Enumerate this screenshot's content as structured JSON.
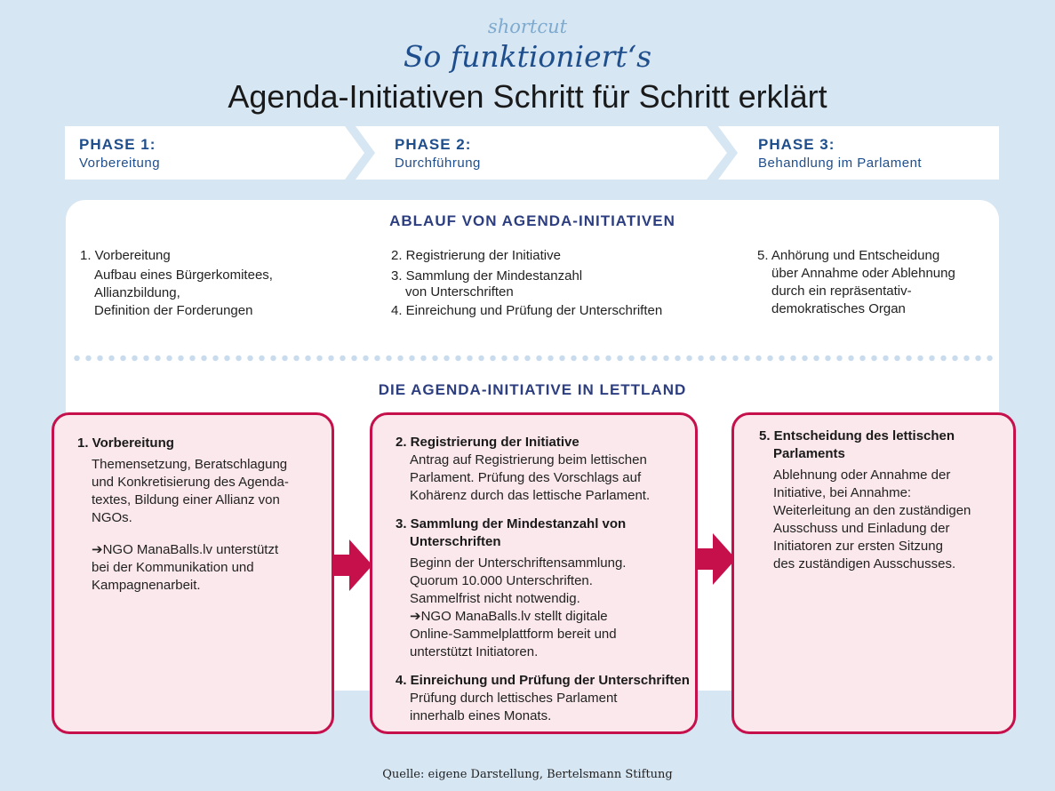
{
  "header": {
    "kicker": "shortcut",
    "subtitle": "So funktioniert‘s",
    "title": "Agenda-Initiativen Schritt für Schritt erklärt"
  },
  "phases": [
    {
      "title": "PHASE 1:",
      "subtitle": "Vorbereitung"
    },
    {
      "title": "PHASE 2:",
      "subtitle": "Durchführung"
    },
    {
      "title": "PHASE 3:",
      "subtitle": "Behandlung im Parlament"
    }
  ],
  "overview": {
    "heading": "ABLAUF VON AGENDA-INITIATIVEN",
    "col1": {
      "item1": "1. Vorbereitung",
      "item1_lines": [
        "Aufbau eines Bürgerkomitees,",
        "Allianzbildung,",
        "Definition der Forderungen"
      ]
    },
    "col2": {
      "item2": "2. Registrierung der Initiative",
      "item3_line1": "3. Sammlung der Mindestanzahl",
      "item3_line2": "von Unterschriften",
      "item4": "4. Einreichung und Prüfung der Unterschriften"
    },
    "col3": {
      "item5_line1": "5. Anhörung und Entscheidung",
      "item5_lines": [
        "über Annahme oder Ablehnung",
        "durch ein repräsentativ-",
        "demokratisches Organ"
      ]
    }
  },
  "latvia": {
    "heading": "DIE AGENDA-INITIATIVE IN LETTLAND",
    "box1": {
      "heading": "1. Vorbereitung",
      "body": [
        "Themensetzung, Beratschlagung",
        "und Konkretisierung des Agenda-",
        "textes, Bildung einer Allianz von",
        "NGOs."
      ],
      "note": [
        "➔NGO ManaBalls.lv unterstützt",
        "bei der Kommunikation und",
        "Kampagnenarbeit."
      ]
    },
    "box2": {
      "h2": "2. Registrierung der Initiative",
      "b2": [
        "Antrag auf Registrierung beim lettischen",
        "Parlament. Prüfung des Vorschlags auf",
        "Kohärenz durch das lettische Parlament."
      ],
      "h3_line1": "3. Sammlung der Mindestanzahl von",
      "h3_line2": "Unterschriften",
      "b3": [
        "Beginn der Unterschriftensammlung.",
        "Quorum 10.000 Unterschriften.",
        "Sammelfrist nicht notwendig.",
        "➔NGO ManaBalls.lv stellt digitale",
        "Online-Sammelplattform bereit und",
        "unterstützt Initiatoren."
      ],
      "h4": "4. Einreichung und Prüfung der Unterschriften",
      "b4": [
        "Prüfung durch lettisches Parlament",
        "innerhalb eines Monats."
      ]
    },
    "box3": {
      "h5_line1": "5. Entscheidung des lettischen",
      "h5_line2": "Parlaments",
      "b5": [
        "Ablehnung oder Annahme der",
        "Initiative, bei Annahme:",
        "Weiterleitung an den zuständigen",
        "Ausschuss und Einladung der",
        "Initiatoren zur ersten Sitzung",
        "des zuständigen Ausschusses."
      ]
    }
  },
  "source": "Quelle: eigene Darstellung, Bertelsmann Stiftung",
  "colors": {
    "background": "#d6e6f3",
    "navy": "#1f4e8c",
    "accent": "#c5104c",
    "box_fill": "#fbe8ec"
  }
}
